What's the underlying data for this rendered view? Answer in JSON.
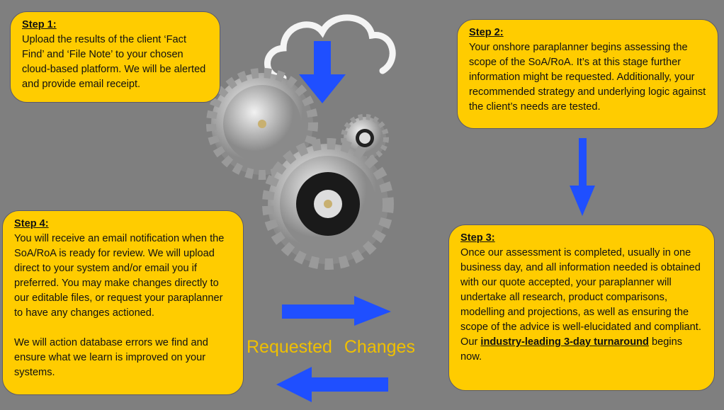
{
  "steps": [
    {
      "title": "Step 1:",
      "text": "Upload the results of the client ‘Fact Find’ and ‘File Note’ to your chosen cloud-based platform. We will be alerted and provide email receipt."
    },
    {
      "title": "Step 2:",
      "text": "Your onshore paraplanner begins assessing the scope of the SoA/RoA. It’s at this stage further information might be requested. Additionally, your recommended strategy and underlying logic against the client’s needs are tested."
    },
    {
      "title": "Step 3:",
      "text": "Once our assessment is completed, usually in one business day, and all information needed is obtained with our quote accepted, your paraplanner will undertake all research, product comparisons, modelling and projections, as well as ensuring the scope of the advice is well-elucidated and compliant. Our",
      "highlight": "industry-leading 3-day turnaround",
      "text_end": "begins now."
    },
    {
      "title": "Step 4:",
      "text": "You will receive an email notification when the SoA/RoA is ready for review. We will upload direct to your system and/or email you if preferred. You may make changes directly to our editable files, or request your paraplanner to have any changes actioned.",
      "text2": "We will action database errors we find and ensure what we learn is improved on your systems."
    }
  ],
  "requested_changes_label": "Requested  Changes",
  "colors": {
    "box": "#ffcc00",
    "arrow": "#1f4fff",
    "background": "#7f7f7f"
  }
}
